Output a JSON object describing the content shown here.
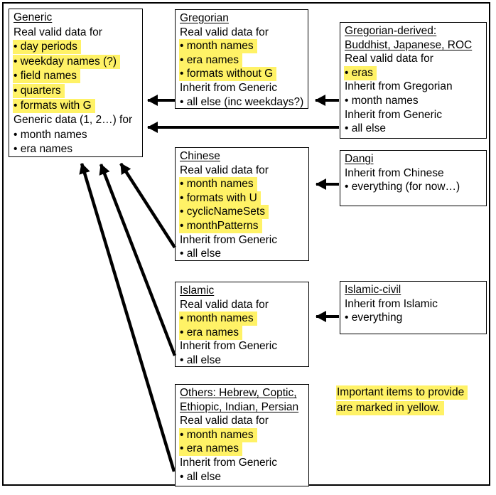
{
  "colors": {
    "highlight": "#FFF266",
    "border": "#000000",
    "text": "#000000",
    "background": "#FFFFFF"
  },
  "boxes": [
    {
      "name": "Generic",
      "lines": [
        {
          "text": "Generic",
          "underline": true
        },
        {
          "text": "Real valid data for"
        },
        {
          "text": "• day periods",
          "highlight": true
        },
        {
          "text": "• weekday names (?)",
          "highlight": true
        },
        {
          "text": "• field names",
          "highlight": true
        },
        {
          "text": "• quarters",
          "highlight": true
        },
        {
          "text": "• formats with G",
          "highlight": true
        },
        {
          "text": "Generic data (1, 2…) for"
        },
        {
          "text": "• month names"
        },
        {
          "text": "• era names"
        }
      ]
    },
    {
      "name": "Gregorian",
      "lines": [
        {
          "text": "Gregorian",
          "underline": true
        },
        {
          "text": "Real valid data for"
        },
        {
          "text": "• month names",
          "highlight": true
        },
        {
          "text": "• era names",
          "highlight": true
        },
        {
          "text": "• formats without G",
          "highlight": true
        },
        {
          "text": "Inherit from Generic"
        },
        {
          "text": "• all else (inc weekdays?)"
        }
      ]
    },
    {
      "name": "Gregorian-derived",
      "lines": [
        {
          "text": "Gregorian-derived:",
          "underline": true
        },
        {
          "text": "Buddhist, Japanese, ROC",
          "underline": true
        },
        {
          "text": "Real valid data for"
        },
        {
          "text": "• eras",
          "highlight": true
        },
        {
          "text": "Inherit from Gregorian"
        },
        {
          "text": "• month names"
        },
        {
          "text": "Inherit from Generic"
        },
        {
          "text": "• all else"
        }
      ]
    },
    {
      "name": "Chinese",
      "lines": [
        {
          "text": "Chinese",
          "underline": true
        },
        {
          "text": "Real valid data for"
        },
        {
          "text": "• month names",
          "highlight": true
        },
        {
          "text": "• formats with U",
          "highlight": true
        },
        {
          "text": "• cyclicNameSets",
          "highlight": true
        },
        {
          "text": "• monthPatterns",
          "highlight": true
        },
        {
          "text": "Inherit from Generic"
        },
        {
          "text": "• all else"
        }
      ]
    },
    {
      "name": "Dangi",
      "lines": [
        {
          "text": "Dangi",
          "underline": true
        },
        {
          "text": "Inherit from Chinese"
        },
        {
          "text": "• everything (for now…)"
        }
      ]
    },
    {
      "name": "Islamic",
      "lines": [
        {
          "text": "Islamic",
          "underline": true
        },
        {
          "text": "Real valid data for"
        },
        {
          "text": "• month names",
          "highlight": true
        },
        {
          "text": "• era names",
          "highlight": true
        },
        {
          "text": "Inherit from Generic"
        },
        {
          "text": "• all else"
        }
      ]
    },
    {
      "name": "Islamic-civil",
      "lines": [
        {
          "text": "Islamic-civil",
          "underline": true
        },
        {
          "text": "Inherit from Islamic"
        },
        {
          "text": "• everything"
        }
      ]
    },
    {
      "name": "Others",
      "lines": [
        {
          "text": "Others: Hebrew, Coptic,",
          "underline": true
        },
        {
          "text": "Ethiopic, Indian, Persian",
          "underline": true
        },
        {
          "text": "Real valid data for"
        },
        {
          "text": "• month names",
          "highlight": true
        },
        {
          "text": "• era names",
          "highlight": true
        },
        {
          "text": "Inherit from Generic"
        },
        {
          "text": "• all else"
        }
      ]
    }
  ],
  "note": {
    "lines": [
      {
        "text": "Important items to provide",
        "highlight": true
      },
      {
        "text": "are marked in yellow.",
        "highlight": true
      }
    ]
  },
  "edges": [
    {
      "from": "Gregorian",
      "to": "Generic"
    },
    {
      "from": "Gregorian-derived",
      "to": "Gregorian"
    },
    {
      "from": "Gregorian-derived",
      "to": "Generic"
    },
    {
      "from": "Dangi",
      "to": "Chinese"
    },
    {
      "from": "Chinese",
      "to": "Generic"
    },
    {
      "from": "Islamic-civil",
      "to": "Islamic"
    },
    {
      "from": "Islamic",
      "to": "Generic"
    },
    {
      "from": "Others",
      "to": "Generic"
    }
  ]
}
